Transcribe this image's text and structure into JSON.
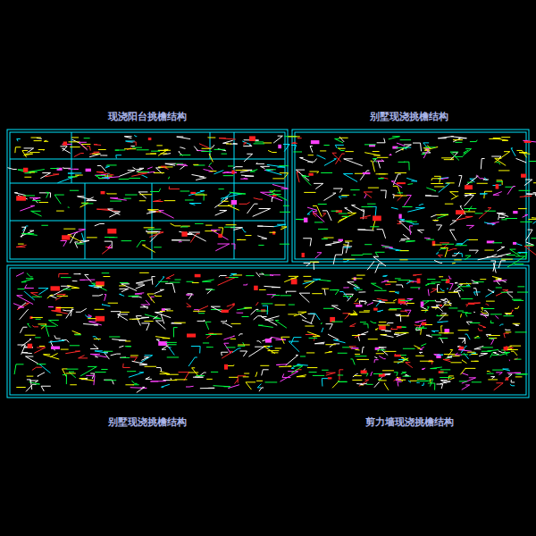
{
  "diagram": {
    "labels": [
      "现浇阳台挑檐结构",
      "别墅现浇挑檐结构",
      "别墅现浇挑檐结构",
      "剪力墙现浇挑檐结构"
    ]
  }
}
